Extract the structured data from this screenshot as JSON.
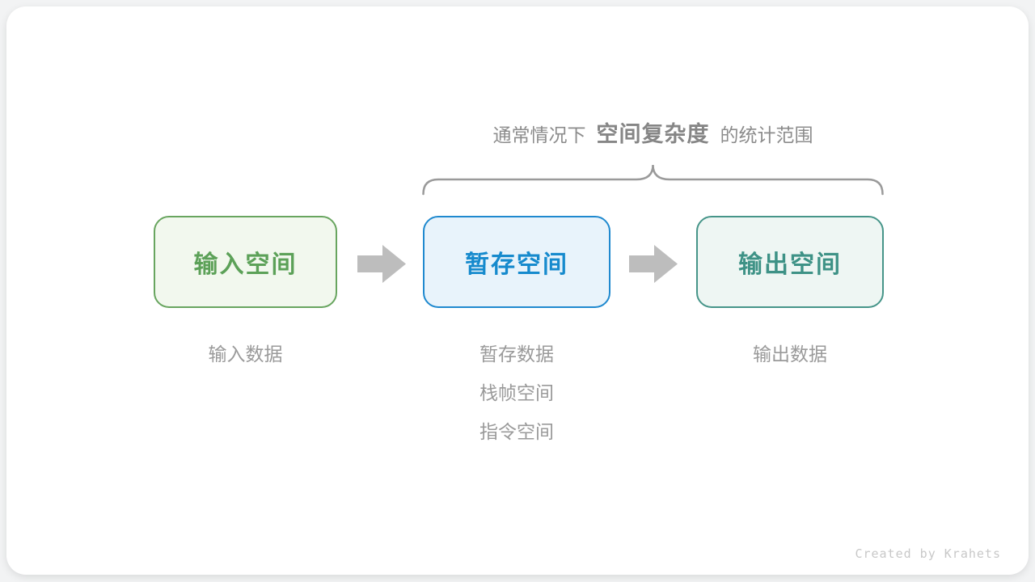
{
  "annotation": {
    "prefix": "通常情况下",
    "highlight": "空间复杂度",
    "suffix": "的统计范围"
  },
  "boxes": [
    {
      "id": "input-space",
      "label": "输入空间",
      "notes": [
        "输入数据"
      ],
      "colors": {
        "text": "#5ca158",
        "border": "#68a55f",
        "background": "#f2f8ee"
      }
    },
    {
      "id": "temp-space",
      "label": "暂存空间",
      "notes": [
        "暂存数据",
        "栈帧空间",
        "指令空间"
      ],
      "colors": {
        "text": "#168acd",
        "border": "#1f89cf",
        "background": "#e8f3fb"
      }
    },
    {
      "id": "output-space",
      "label": "输出空间",
      "notes": [
        "输出数据"
      ],
      "colors": {
        "text": "#3e9286",
        "border": "#469589",
        "background": "#eef6f3"
      }
    }
  ],
  "icons": {
    "arrow_1": "arrow-right-icon",
    "arrow_2": "arrow-right-icon",
    "brace": "overbrace"
  },
  "colors": {
    "annotation_text": "#8c8c8c",
    "note_text": "#9a9a9a",
    "arrow": "#bdbdbd",
    "brace": "#9a9a9a",
    "credit_text": "#c8c8c8",
    "card_background": "#ffffff"
  },
  "footer": {
    "credit": "Created by Krahets"
  }
}
